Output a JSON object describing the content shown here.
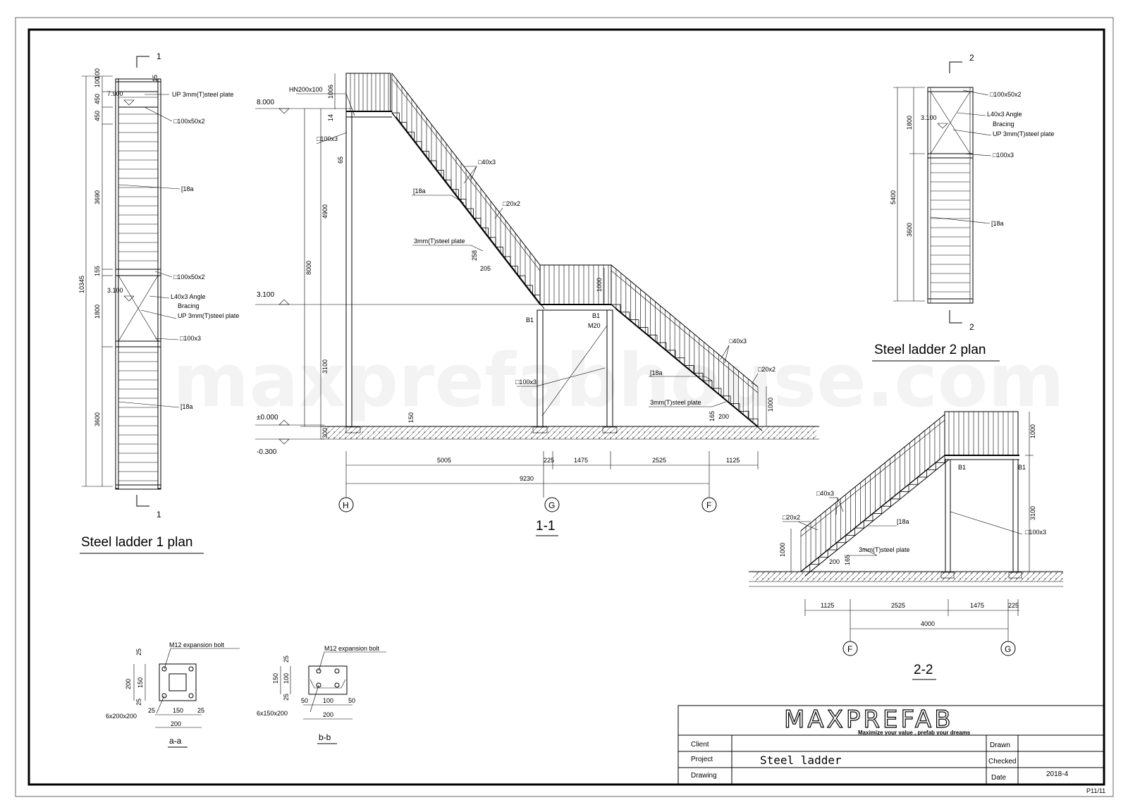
{
  "watermark": "maxprefabhouse.com",
  "plan1": {
    "section_mark": "1",
    "title": "Steel ladder 1 plan",
    "labels": [
      "UP 3mm(T)steel plate",
      "□100x50x2",
      "[18a",
      "□100x50x2",
      "L40x3 Angle",
      "Bracing",
      "UP 3mm(T)steel plate",
      "□100x3",
      "[18a"
    ],
    "elevation_upper": "7.900",
    "elevation_lower": "3.100",
    "dim_top_a": "100",
    "dim_top_b": "100",
    "dim_top_c": "15",
    "dims_vertical": [
      "450",
      "450",
      "3690",
      "155",
      "1800",
      "3600"
    ],
    "dim_total": "10345"
  },
  "elevation11": {
    "title": "1-1",
    "levels": [
      "8.000",
      "3.100",
      "±0.000",
      "-0.300"
    ],
    "labels": [
      "HN200x100",
      "□100x3",
      "□40x3",
      "[18a",
      "□20x2",
      "3mm(T)steel plate",
      "B1",
      "B1",
      "M20",
      "□100x3",
      "□40x3",
      "[18a",
      "□20x2",
      "3mm(T)steel plate"
    ],
    "dims_vertical": [
      "8000",
      "4900",
      "3100",
      "300",
      "1006",
      "14",
      "65",
      "258",
      "205",
      "1000",
      "1000",
      "150",
      "165",
      "200"
    ],
    "dims_horizontal": [
      "5005",
      "225",
      "1475",
      "2525",
      "1125"
    ],
    "dim_total": "9230",
    "axes": [
      "H",
      "G",
      "F"
    ]
  },
  "plan2": {
    "section_mark": "2",
    "title": "Steel ladder 2 plan",
    "labels": [
      "□100x50x2",
      "L40x3 Angle",
      "Bracing",
      "UP 3mm(T)steel plate",
      "□100x3",
      "[18a"
    ],
    "elevation": "3.100",
    "dims_vertical": [
      "1800",
      "5400",
      "3600"
    ]
  },
  "elevation22": {
    "title": "2-2",
    "labels": [
      "□40x3",
      "□20x2",
      "[18a",
      "3mm(T)steel plate",
      "B1",
      "B1",
      "□100x3"
    ],
    "dims_vertical": [
      "1000",
      "3100",
      "1000",
      "200",
      "165"
    ],
    "dims_horizontal": [
      "1125",
      "2525",
      "1475",
      "225"
    ],
    "dim_total": "4000",
    "axes": [
      "F",
      "G"
    ]
  },
  "detail_aa": {
    "title": "a-a",
    "bolt": "M12 expansion bolt",
    "plate": "6x200x200",
    "dims_vertical": [
      "25",
      "150",
      "25",
      "200"
    ],
    "dims_horizontal": [
      "25",
      "150",
      "25"
    ],
    "dim_total": "200"
  },
  "detail_bb": {
    "title": "b-b",
    "bolt": "M12 expansion bolt",
    "plate": "6x150x200",
    "dims_vertical": [
      "25",
      "100",
      "25",
      "150"
    ],
    "dims_horizontal": [
      "50",
      "100",
      "50"
    ],
    "dim_total": "200"
  },
  "title_block": {
    "logo": "MAXPREFAB",
    "slogan": "Maximize your value , prefab your dreams",
    "client_label": "Client",
    "project_label": "Project",
    "drawing_label": "Drawing",
    "project_value": "Steel ladder",
    "drawn_label": "Drawn",
    "checked_label": "Checked",
    "date_label": "Date",
    "date_value": "2018-4"
  },
  "sheet_number": "P11/11"
}
